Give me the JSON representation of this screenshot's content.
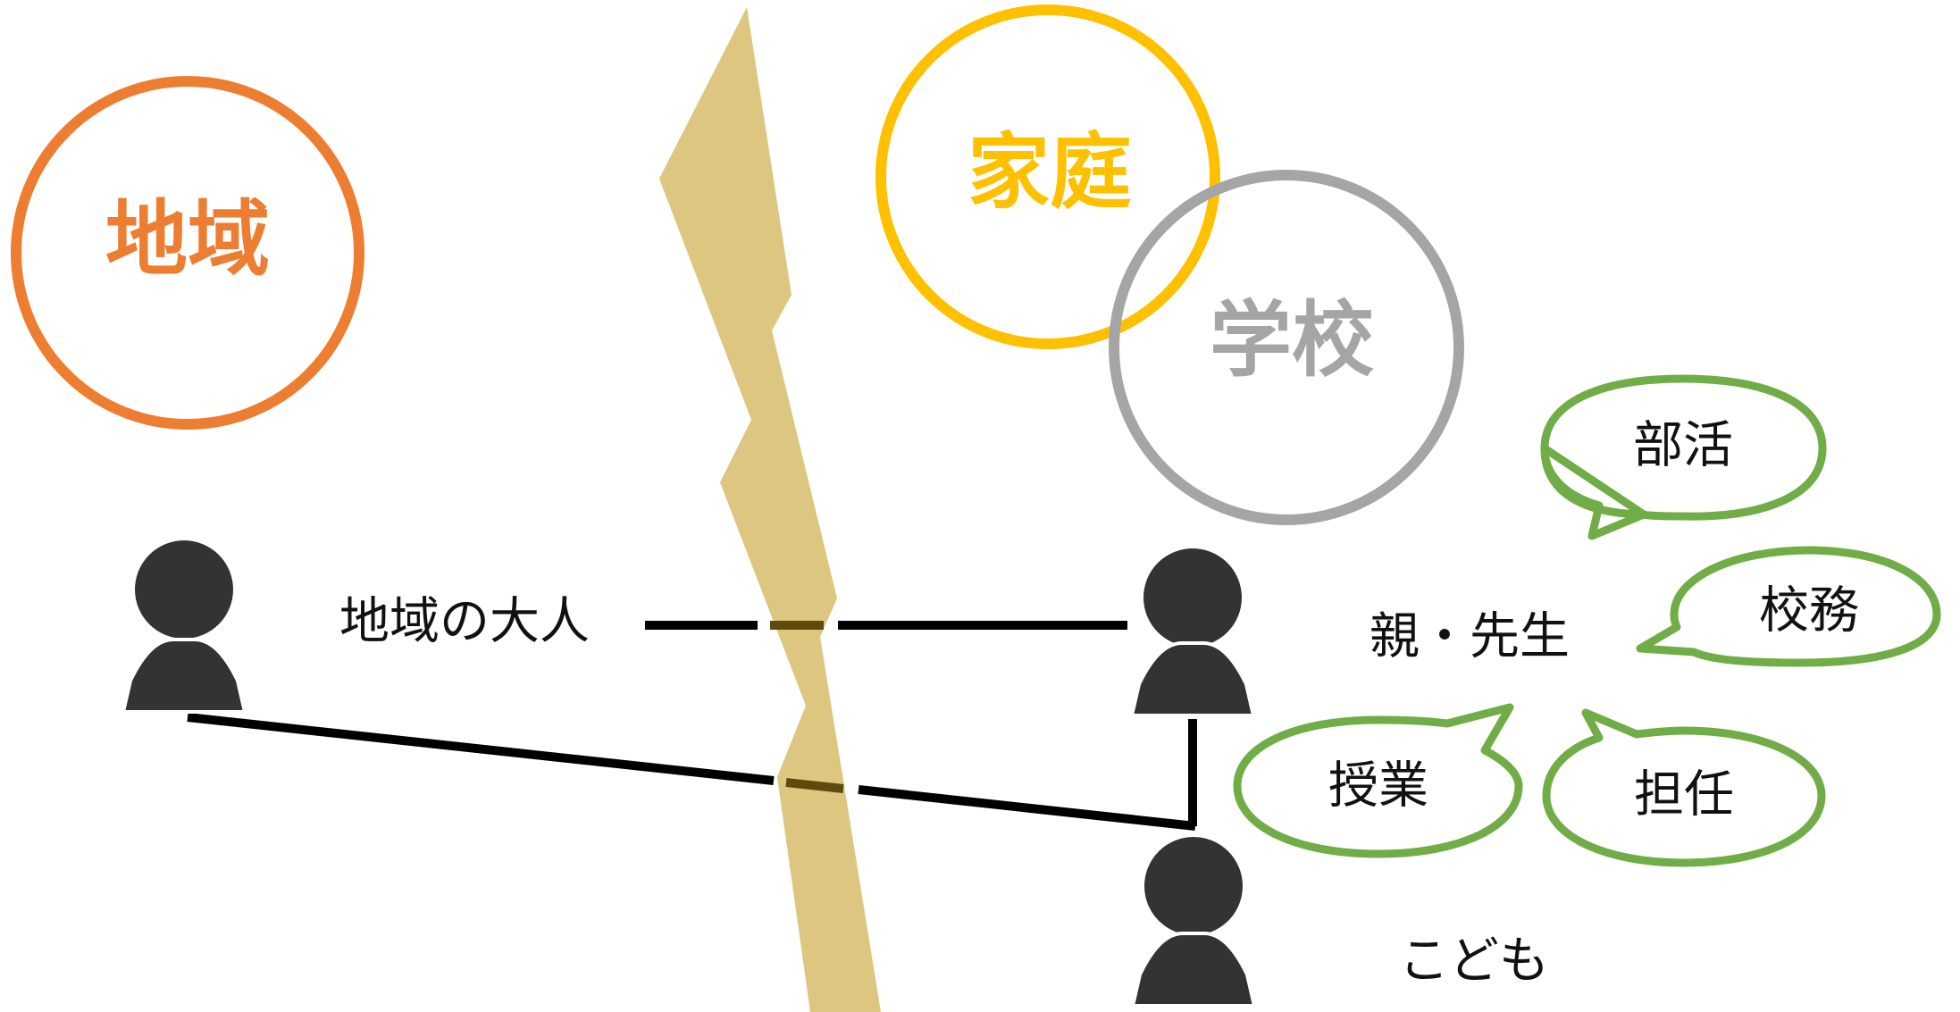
{
  "colors": {
    "community": "#ED7D31",
    "family": "#FFC000",
    "school": "#A5A5A5",
    "bubble": "#70AD47",
    "divider": "#DCC680",
    "line": "#000000",
    "line_under_divider": "#5E4A0C",
    "person": "#333333",
    "text": "#111111"
  },
  "circles": {
    "community": {
      "label": "地域"
    },
    "family": {
      "label": "家庭"
    },
    "school": {
      "label": "学校"
    }
  },
  "people": {
    "community_adult": {
      "label": "地域の大人",
      "icon": "person-icon"
    },
    "parent_teacher": {
      "label": "親・先生",
      "icon": "person-icon"
    },
    "child": {
      "label": "こども",
      "icon": "person-icon"
    }
  },
  "bubbles": {
    "club": {
      "label": "部活"
    },
    "admin": {
      "label": "校務"
    },
    "class": {
      "label": "授業"
    },
    "homeroom": {
      "label": "担任"
    }
  }
}
